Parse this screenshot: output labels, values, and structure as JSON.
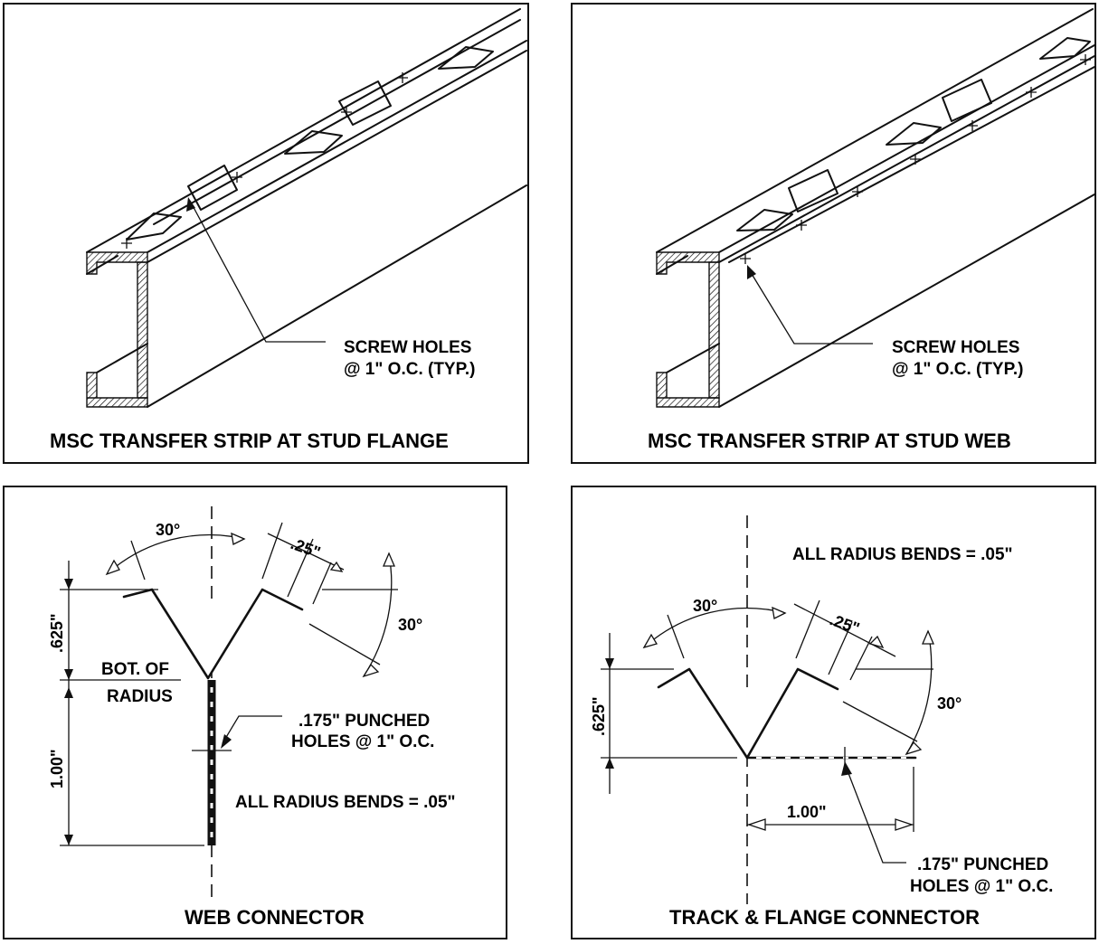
{
  "panels": {
    "flange": {
      "title": "MSC TRANSFER STRIP AT STUD FLANGE",
      "callout_line1": "SCREW HOLES",
      "callout_line2": "@ 1\" O.C. (TYP.)"
    },
    "web": {
      "title": "MSC TRANSFER STRIP AT STUD WEB",
      "callout_line1": "SCREW HOLES",
      "callout_line2": "@ 1\" O.C. (TYP.)"
    },
    "web_connector": {
      "title": "WEB CONNECTOR",
      "angle_left": "30°",
      "angle_right": "30°",
      "offset": ".25\"",
      "height_top": ".625\"",
      "height_bottom": "1.00\"",
      "bot_label_line1": "BOT. OF",
      "bot_label_line2": "RADIUS",
      "holes_line1": ".175\" PUNCHED",
      "holes_line2": "HOLES @ 1\" O.C.",
      "bends": "ALL RADIUS BENDS = .05\""
    },
    "track_connector": {
      "title": "TRACK & FLANGE CONNECTOR",
      "angle_left": "30°",
      "angle_right": "30°",
      "offset": ".25\"",
      "height": ".625\"",
      "width": "1.00\"",
      "holes_line1": ".175\" PUNCHED",
      "holes_line2": "HOLES @ 1\" O.C.",
      "bends": "ALL RADIUS BENDS = .05\""
    }
  }
}
